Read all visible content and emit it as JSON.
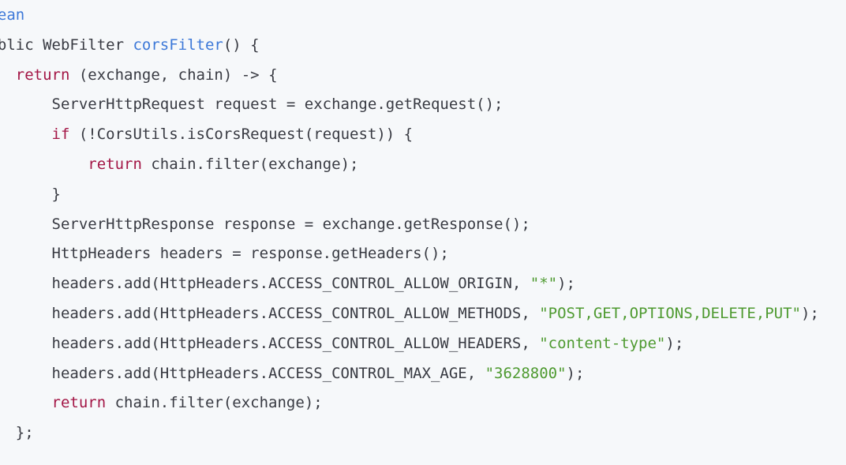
{
  "code": {
    "language": "java",
    "lines": [
      [
        {
          "t": "@Bean",
          "c": "ann"
        }
      ],
      [
        {
          "t": "public WebFilter ",
          "c": "plain"
        },
        {
          "t": "corsFilter",
          "c": "fn"
        },
        {
          "t": "() {",
          "c": "plain"
        }
      ],
      [
        {
          "t": "    ",
          "c": "plain"
        },
        {
          "t": "return",
          "c": "kw"
        },
        {
          "t": " (exchange, chain) -> {",
          "c": "plain"
        }
      ],
      [
        {
          "t": "        ServerHttpRequest request = exchange.getRequest();",
          "c": "plain"
        }
      ],
      [
        {
          "t": "        ",
          "c": "plain"
        },
        {
          "t": "if",
          "c": "kw"
        },
        {
          "t": " (!CorsUtils.isCorsRequest(request)) {",
          "c": "plain"
        }
      ],
      [
        {
          "t": "            ",
          "c": "plain"
        },
        {
          "t": "return",
          "c": "kw"
        },
        {
          "t": " chain.filter(exchange);",
          "c": "plain"
        }
      ],
      [
        {
          "t": "        }",
          "c": "plain"
        }
      ],
      [
        {
          "t": "        ServerHttpResponse response = exchange.getResponse();",
          "c": "plain"
        }
      ],
      [
        {
          "t": "        HttpHeaders headers = response.getHeaders();",
          "c": "plain"
        }
      ],
      [
        {
          "t": "        headers.add(HttpHeaders.ACCESS_CONTROL_ALLOW_ORIGIN, ",
          "c": "plain"
        },
        {
          "t": "\"*\"",
          "c": "str"
        },
        {
          "t": ");",
          "c": "plain"
        }
      ],
      [
        {
          "t": "        headers.add(HttpHeaders.ACCESS_CONTROL_ALLOW_METHODS, ",
          "c": "plain"
        },
        {
          "t": "\"POST,GET,OPTIONS,DELETE,PUT\"",
          "c": "str"
        },
        {
          "t": ");",
          "c": "plain"
        }
      ],
      [
        {
          "t": "        headers.add(HttpHeaders.ACCESS_CONTROL_ALLOW_HEADERS, ",
          "c": "plain"
        },
        {
          "t": "\"content-type\"",
          "c": "str"
        },
        {
          "t": ");",
          "c": "plain"
        }
      ],
      [
        {
          "t": "        headers.add(HttpHeaders.ACCESS_CONTROL_MAX_AGE, ",
          "c": "plain"
        },
        {
          "t": "\"3628800\"",
          "c": "str"
        },
        {
          "t": ");",
          "c": "plain"
        }
      ],
      [
        {
          "t": "        ",
          "c": "plain"
        },
        {
          "t": "return",
          "c": "kw"
        },
        {
          "t": " chain.filter(exchange);",
          "c": "plain"
        }
      ],
      [
        {
          "t": "    };",
          "c": "plain"
        }
      ]
    ]
  },
  "colors": {
    "background": "#f6f8fa",
    "plain": "#383a42",
    "keyword": "#a31545",
    "function": "#3c78d8",
    "string": "#4e9a30"
  }
}
